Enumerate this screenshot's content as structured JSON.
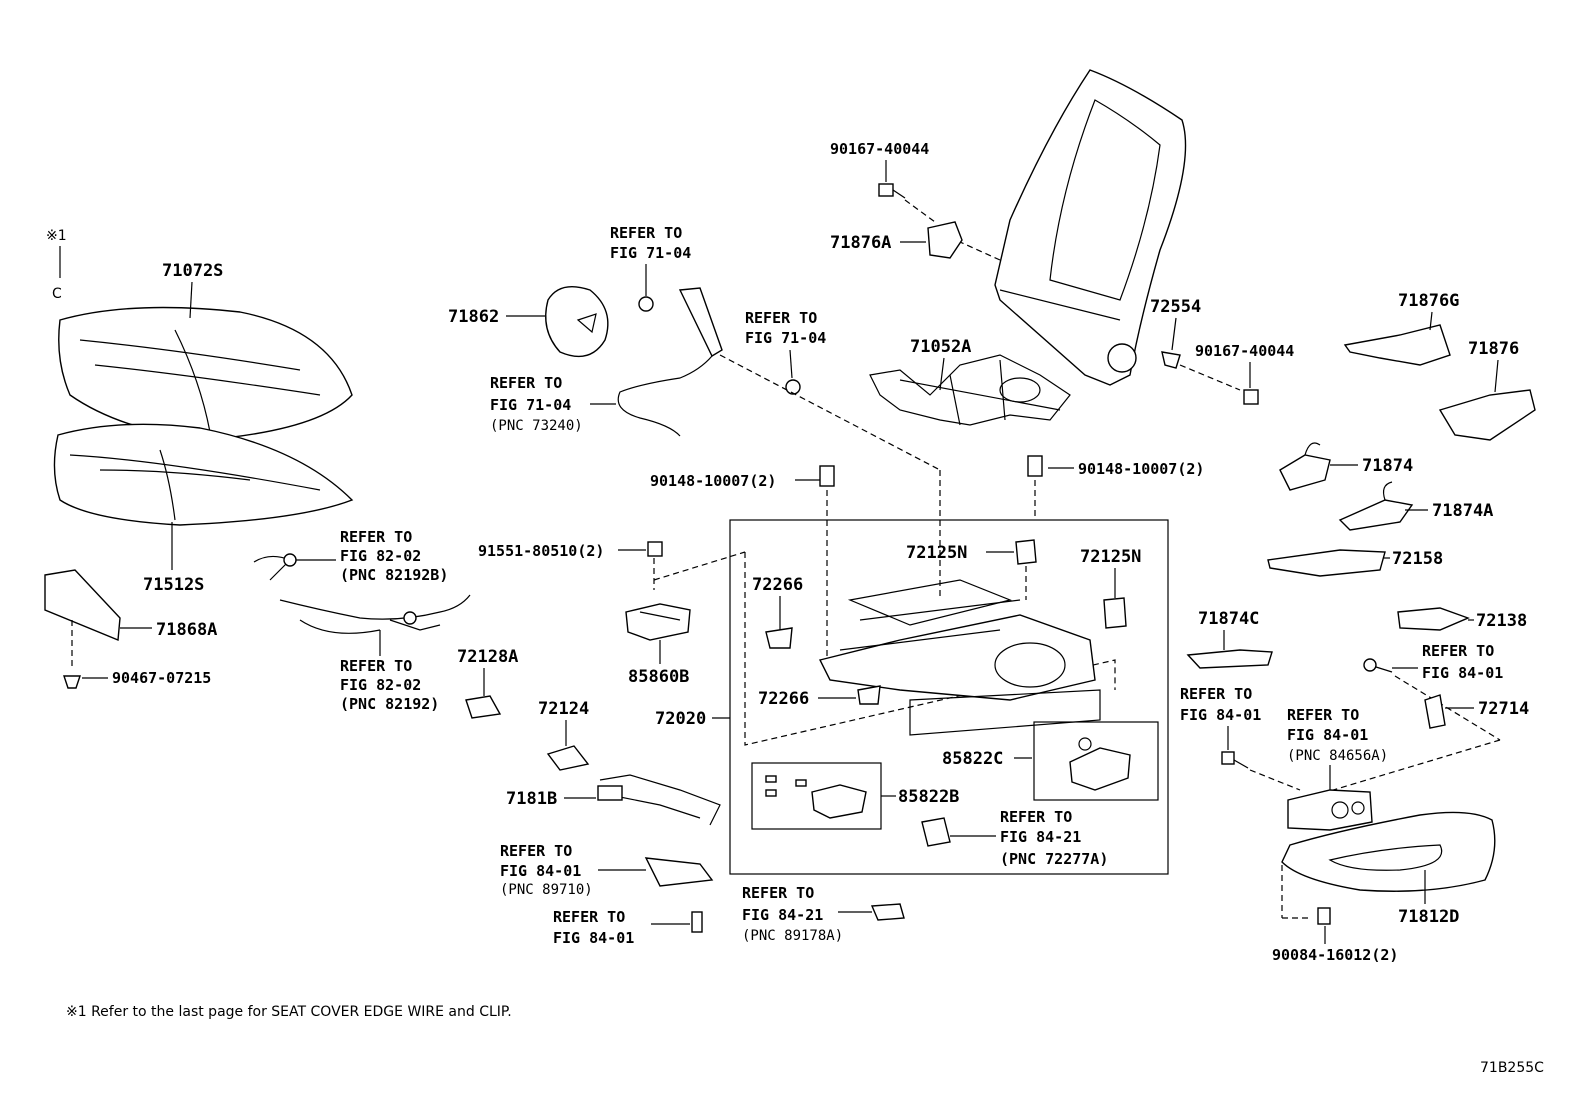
{
  "note": {
    "mark": "※1",
    "mark_symbol": "C",
    "footnote": "※1 Refer to the last page for SEAT COVER EDGE WIRE and CLIP."
  },
  "figure_code": "71B255C",
  "parts": {
    "p71072S": "71072S",
    "p71512S": "71512S",
    "p71868A": "71868A",
    "p90467": "90467-07215",
    "p71862": "71862",
    "p90167_top": "90167-40044",
    "p71876A": "71876A",
    "p72554": "72554",
    "p90167_right": "90167-40044",
    "p71052A": "71052A",
    "p71876G": "71876G",
    "p71876": "71876",
    "p71874": "71874",
    "p71874A": "71874A",
    "p72158": "72158",
    "p71874C": "71874C",
    "p72138": "72138",
    "p72714": "72714",
    "p71812D": "71812D",
    "p90084": "90084-16012(2)",
    "p90148_left": "90148-10007(2)",
    "p90148_right": "90148-10007(2)",
    "p91551": "91551-80510(2)",
    "p85860B": "85860B",
    "p72128A": "72128A",
    "p72124": "72124",
    "p7181B": "7181B",
    "p72020": "72020",
    "p72266_top": "72266",
    "p72266_bot": "72266",
    "p72125N_left": "72125N",
    "p72125N_right": "72125N",
    "p85822C": "85822C",
    "p85822B": "85822B"
  },
  "refs": {
    "r1": [
      "REFER TO",
      "FIG 71-04"
    ],
    "r2": [
      "REFER TO",
      "FIG 71-04"
    ],
    "r3": [
      "REFER TO",
      "FIG 71-04",
      "(PNC 73240)"
    ],
    "r4": [
      "REFER TO",
      "FIG 82-02",
      "(PNC 82192B)"
    ],
    "r5": [
      "REFER TO",
      "FIG 82-02",
      "(PNC 82192)"
    ],
    "r6": [
      "REFER TO",
      "FIG 84-01",
      "(PNC 89710)"
    ],
    "r7": [
      "REFER TO",
      "FIG 84-01"
    ],
    "r8": [
      "REFER TO",
      "FIG 84-21",
      "(PNC 89178A)"
    ],
    "r9": [
      "REFER TO",
      "FIG 84-21",
      "(PNC 72277A)"
    ],
    "r10": [
      "REFER TO",
      "FIG 84-01"
    ],
    "r11": [
      "REFER TO",
      "FIG 84-01"
    ],
    "r12": [
      "REFER TO",
      "FIG 84-01",
      "(PNC 84656A)"
    ]
  }
}
